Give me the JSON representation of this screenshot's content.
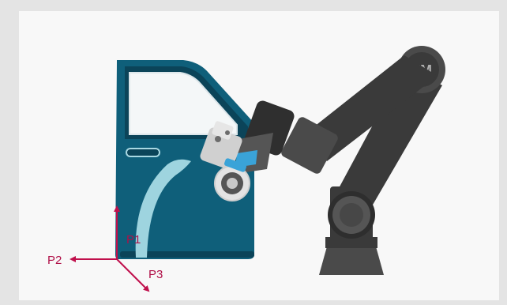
{
  "diagram": {
    "robot_logo": "TM",
    "axes": {
      "p1": "P1",
      "p2": "P2",
      "p3": "P3"
    }
  },
  "colors": {
    "background": "#e4e4e4",
    "panel": "#f8f8f8",
    "door_body": "#0f5f7a",
    "door_dark": "#0b4459",
    "door_highlight": "#9ed4df",
    "window_frame": "#e8eef0",
    "robot_dark": "#3a3a3a",
    "robot_mid": "#4a4a4a",
    "robot_light": "#6c6c6c",
    "tool_silver": "#d0d0d0",
    "tool_accent": "#3aa3d8",
    "axis": "#c0104c"
  },
  "icons": [
    "robot-arm-icon",
    "car-door-icon",
    "polishing-tool-icon",
    "axis-arrow-icon"
  ]
}
